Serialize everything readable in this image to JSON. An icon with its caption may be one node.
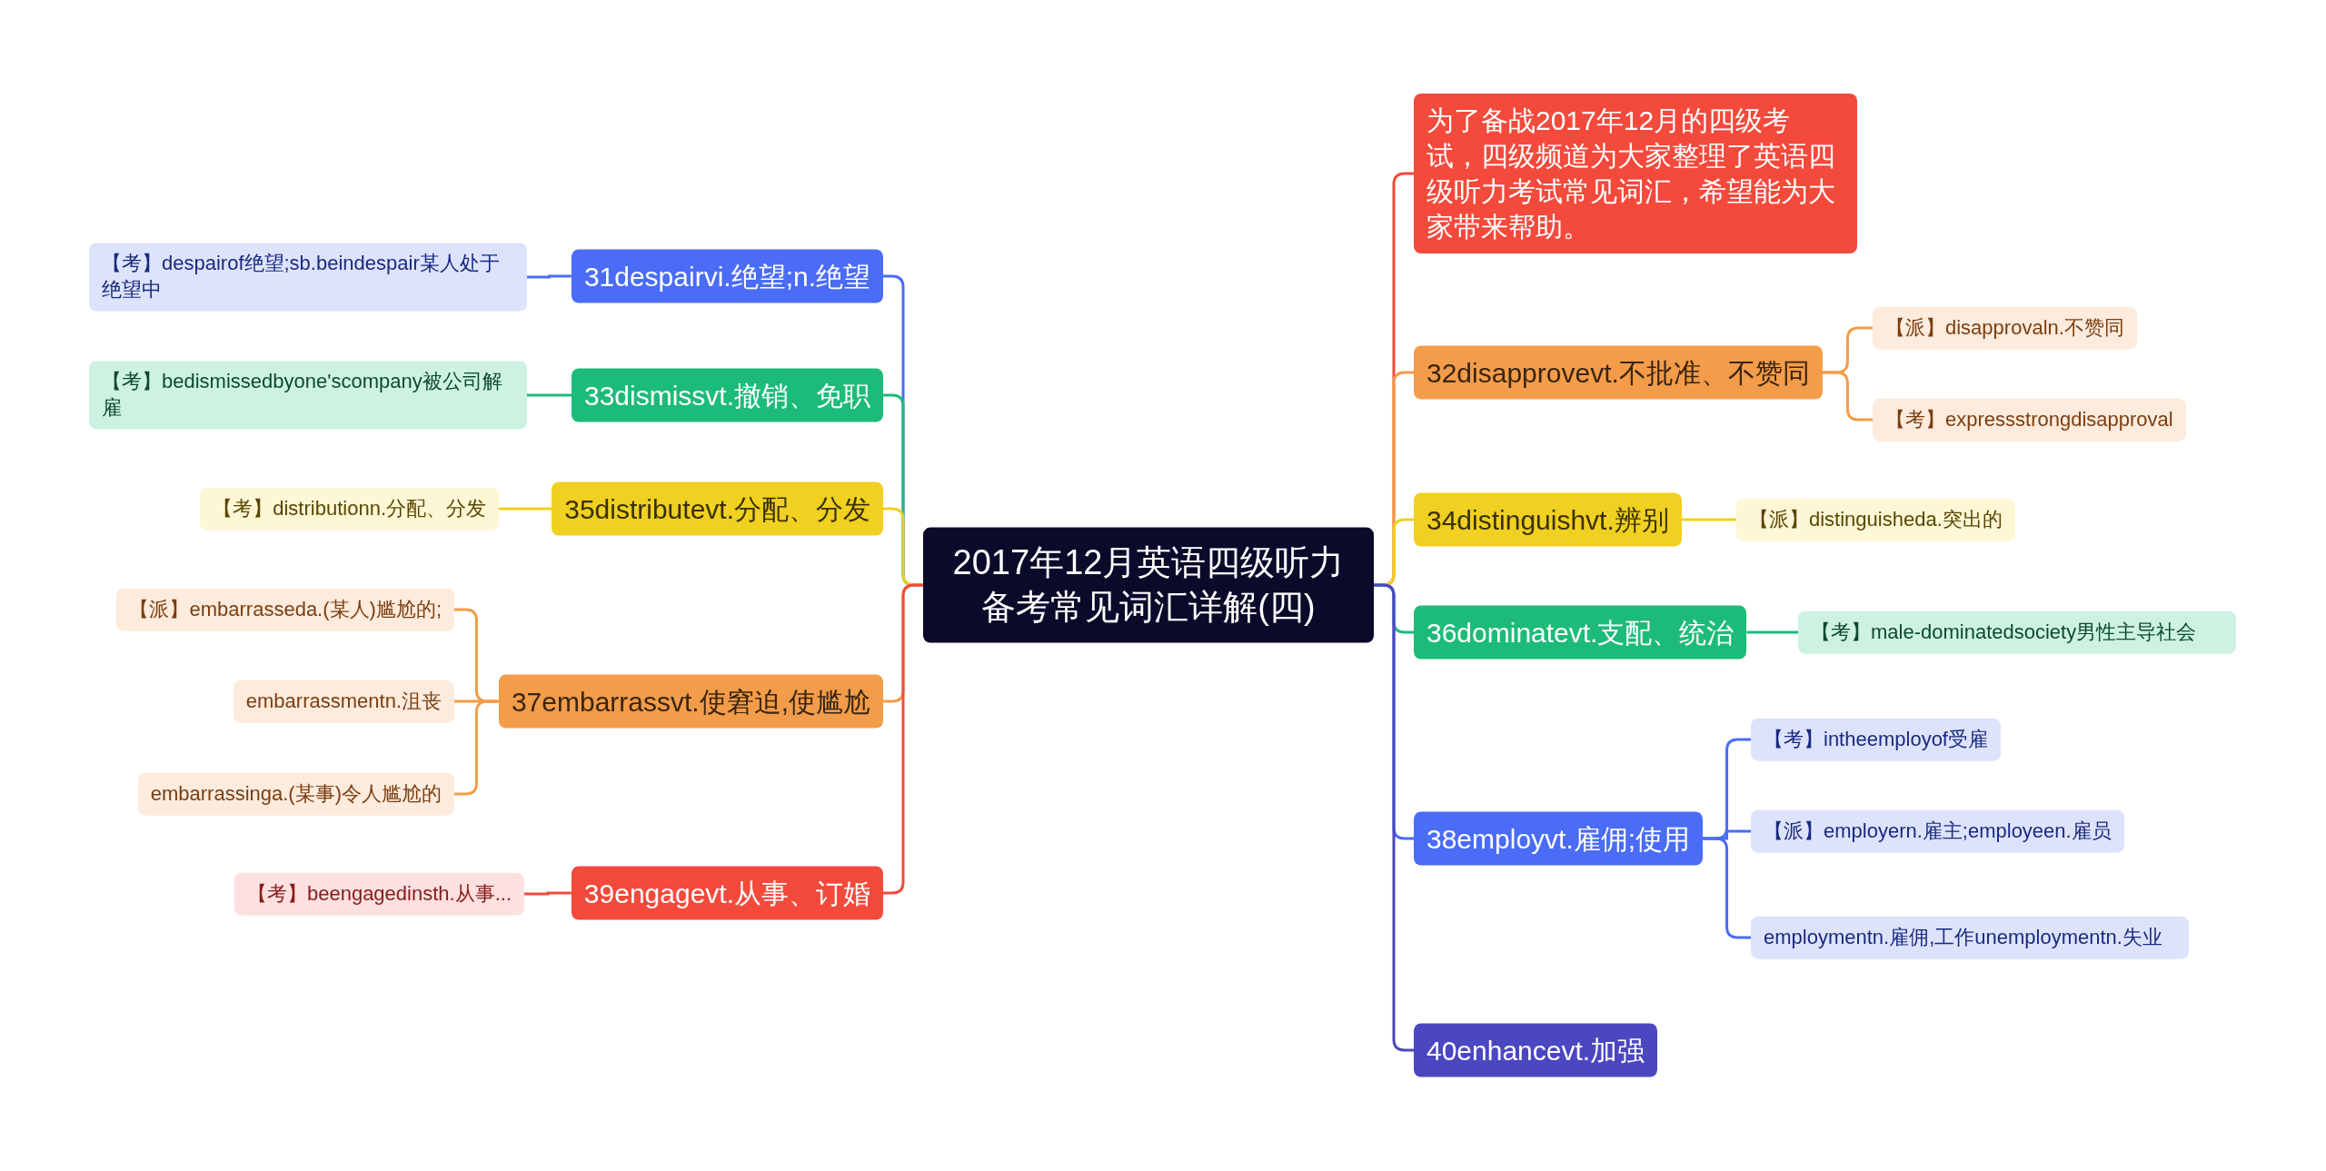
{
  "diagram": {
    "nodes": [
      {
        "text": [
          "2017年12月英语四级听力备考常见词汇详解(四)"
        ]
      },
      {
        "text": [
          "为了备战2017年12月的四级考试，四级频道为大家整理了英语四级听力考试常见词汇，希望能为大家带来帮助。"
        ]
      },
      {
        "text": [
          "32disapprovevt.不批准、不赞同"
        ]
      },
      {
        "text": [
          "【派】disapprovaln.不赞同"
        ]
      },
      {
        "text": [
          "【考】expressstrongdisapproval"
        ]
      },
      {
        "text": [
          "34distinguishvt.辨别"
        ]
      },
      {
        "text": [
          "【派】distinguisheda.突出的"
        ]
      },
      {
        "text": [
          "36dominatevt.支配、统治"
        ]
      },
      {
        "text": [
          "【考】male-dominatedsociety男性主导社会"
        ]
      },
      {
        "text": [
          "38employvt.雇佣;使用"
        ]
      },
      {
        "text": [
          "【考】intheemployof受雇"
        ]
      },
      {
        "text": [
          "【派】employern.雇主;employeen.雇员"
        ]
      },
      {
        "text": [
          "employmentn.雇佣,工作unemploymentn.失业"
        ]
      },
      {
        "text": [
          "40enhancevt.加强"
        ]
      },
      {
        "text": [
          "31despairvi.绝望;n.绝望"
        ]
      },
      {
        "text": [
          "【考】despairof绝望;sb.beindespair某人处于绝望中"
        ]
      },
      {
        "text": [
          "33dismissvt.撤销、免职"
        ]
      },
      {
        "text": [
          "【考】bedismissedbyone'scompany被公司解雇"
        ]
      },
      {
        "text": [
          "35distributevt.分配、分发"
        ]
      },
      {
        "text": [
          "【考】distributionn.分配、分发"
        ]
      },
      {
        "text": [
          "37embarrassvt.使窘迫,使尴尬"
        ]
      },
      {
        "text": [
          "【派】embarrasseda.(某人)尴尬的;"
        ]
      },
      {
        "text": [
          "embarrassmentn.沮丧"
        ]
      },
      {
        "text": [
          "embarrassinga.(某事)令人尴尬的"
        ]
      },
      {
        "text": [
          "39engagevt.从事、订婚"
        ]
      },
      {
        "text": [
          "【考】beengagedinsth.从事..."
        ]
      }
    ],
    "edges": [
      {
        "from": 0,
        "to": 1,
        "arrow": "none",
        "color": "#f34a3c"
      },
      {
        "from": 0,
        "to": 2,
        "arrow": "none",
        "color": "#f39c4a"
      },
      {
        "from": 2,
        "to": 3,
        "arrow": "none",
        "color": "#f39c4a"
      },
      {
        "from": 2,
        "to": 4,
        "arrow": "none",
        "color": "#f39c4a"
      },
      {
        "from": 0,
        "to": 5,
        "arrow": "none",
        "color": "#f0d020"
      },
      {
        "from": 5,
        "to": 6,
        "arrow": "none",
        "color": "#f0d020"
      },
      {
        "from": 0,
        "to": 7,
        "arrow": "none",
        "color": "#1dbb7a"
      },
      {
        "from": 7,
        "to": 8,
        "arrow": "none",
        "color": "#1dbb7a"
      },
      {
        "from": 0,
        "to": 9,
        "arrow": "none",
        "color": "#4a6cf7"
      },
      {
        "from": 9,
        "to": 10,
        "arrow": "none",
        "color": "#4a6cf7"
      },
      {
        "from": 9,
        "to": 11,
        "arrow": "none",
        "color": "#4a6cf7"
      },
      {
        "from": 9,
        "to": 12,
        "arrow": "none",
        "color": "#4a6cf7"
      },
      {
        "from": 0,
        "to": 13,
        "arrow": "none",
        "color": "#4b47c0"
      },
      {
        "from": 0,
        "to": 14,
        "arrow": "none",
        "color": "#4a6cf7"
      },
      {
        "from": 14,
        "to": 15,
        "arrow": "none",
        "color": "#4a6cf7"
      },
      {
        "from": 0,
        "to": 16,
        "arrow": "none",
        "color": "#1dbb7a"
      },
      {
        "from": 16,
        "to": 17,
        "arrow": "none",
        "color": "#1dbb7a"
      },
      {
        "from": 0,
        "to": 18,
        "arrow": "none",
        "color": "#f0d020"
      },
      {
        "from": 18,
        "to": 19,
        "arrow": "none",
        "color": "#f0d020"
      },
      {
        "from": 0,
        "to": 20,
        "arrow": "none",
        "color": "#f39c4a"
      },
      {
        "from": 20,
        "to": 21,
        "arrow": "none",
        "color": "#f39c4a"
      },
      {
        "from": 20,
        "to": 22,
        "arrow": "none",
        "color": "#f39c4a"
      },
      {
        "from": 20,
        "to": 23,
        "arrow": "none",
        "color": "#f39c4a"
      },
      {
        "from": 0,
        "to": 24,
        "arrow": "none",
        "color": "#f34a3c"
      },
      {
        "from": 24,
        "to": 25,
        "arrow": "none",
        "color": "#f34a3c"
      }
    ]
  }
}
